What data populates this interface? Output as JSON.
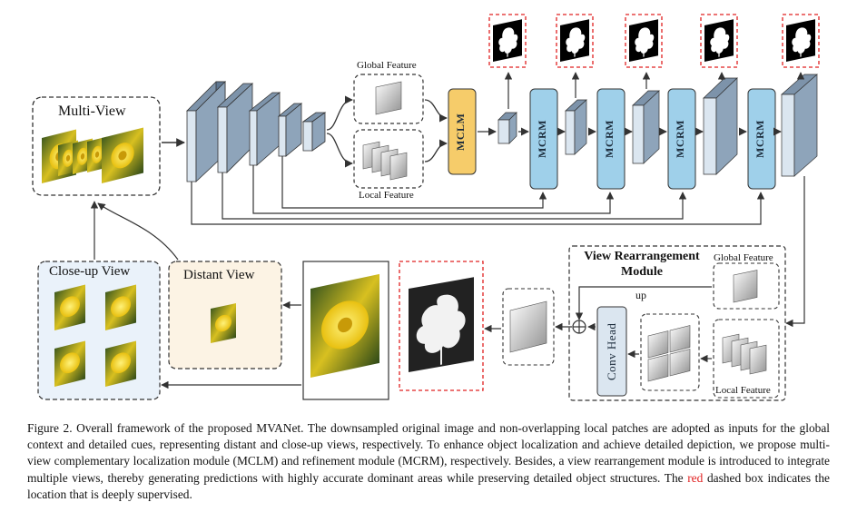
{
  "labels": {
    "multi_view": "Multi-View",
    "global_feature_top": "Global Feature",
    "local_feature_top": "Local Feature",
    "mclm": "MCLM",
    "mcrm": "MCRM",
    "closeup_view": "Close-up View",
    "distant_view": "Distant View",
    "vrm_title_line1": "View Rearrangement",
    "vrm_title_line2": "Module",
    "global_feature_vrm": "Global Feature",
    "local_feature_vrm": "Local Feature",
    "up": "up",
    "conv_head": "Conv Head"
  },
  "caption": {
    "prefix": "Figure 2. Overall framework of the proposed MVANet. The downsampled original image and non-overlapping local patches are adopted as inputs for the global context and detailed cues, representing distant and close-up views, respectively. To enhance object localization and achieve detailed depiction, we propose multi-view complementary localization module (MCLM) and refinement module (MCRM), respectively. Besides, a view rearrangement module is introduced to integrate multiple views, thereby generating predictions with highly accurate dominant areas while preserving detailed object structures. The",
    "red_word": "red",
    "suffix": "dashed box indicates the location that is deeply supervised."
  },
  "colors": {
    "encoder_front": "#dbe6f0",
    "encoder_side": "#7d93aa",
    "mcrm_fill": "#9fd0ea",
    "mclm_fill": "#f6cc6a",
    "supervision_box": "#e02020",
    "closeup_bg": "#eaf2fa",
    "distant_bg": "#fcf3e4"
  }
}
